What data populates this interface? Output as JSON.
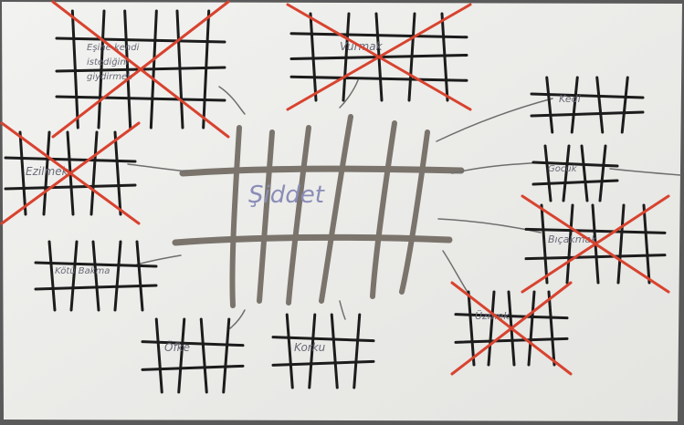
{
  "center": {
    "label": "Şiddet"
  },
  "cells": [
    {
      "id": "c1",
      "label": "Eşine kendi istediğini giydirmek",
      "crossed": true
    },
    {
      "id": "c2",
      "label": "Vurmak",
      "crossed": true
    },
    {
      "id": "c3",
      "label": "Kedi",
      "crossed": false
    },
    {
      "id": "c4",
      "label": "Ezilmek",
      "crossed": true
    },
    {
      "id": "c5",
      "label": "Gocuk",
      "crossed": false
    },
    {
      "id": "c6",
      "label": "Bıçakmak",
      "crossed": true
    },
    {
      "id": "c7",
      "label": "Kötü Bakma",
      "crossed": false
    },
    {
      "id": "c8",
      "label": "Öfke",
      "crossed": false
    },
    {
      "id": "c9",
      "label": "Korku",
      "crossed": false
    },
    {
      "id": "c10",
      "label": "Üzmek",
      "crossed": true
    }
  ],
  "colors": {
    "paper": "#ededeb",
    "ink": "#1c1c1c",
    "pencil": "#7a746c",
    "cross": "#d8432f"
  }
}
